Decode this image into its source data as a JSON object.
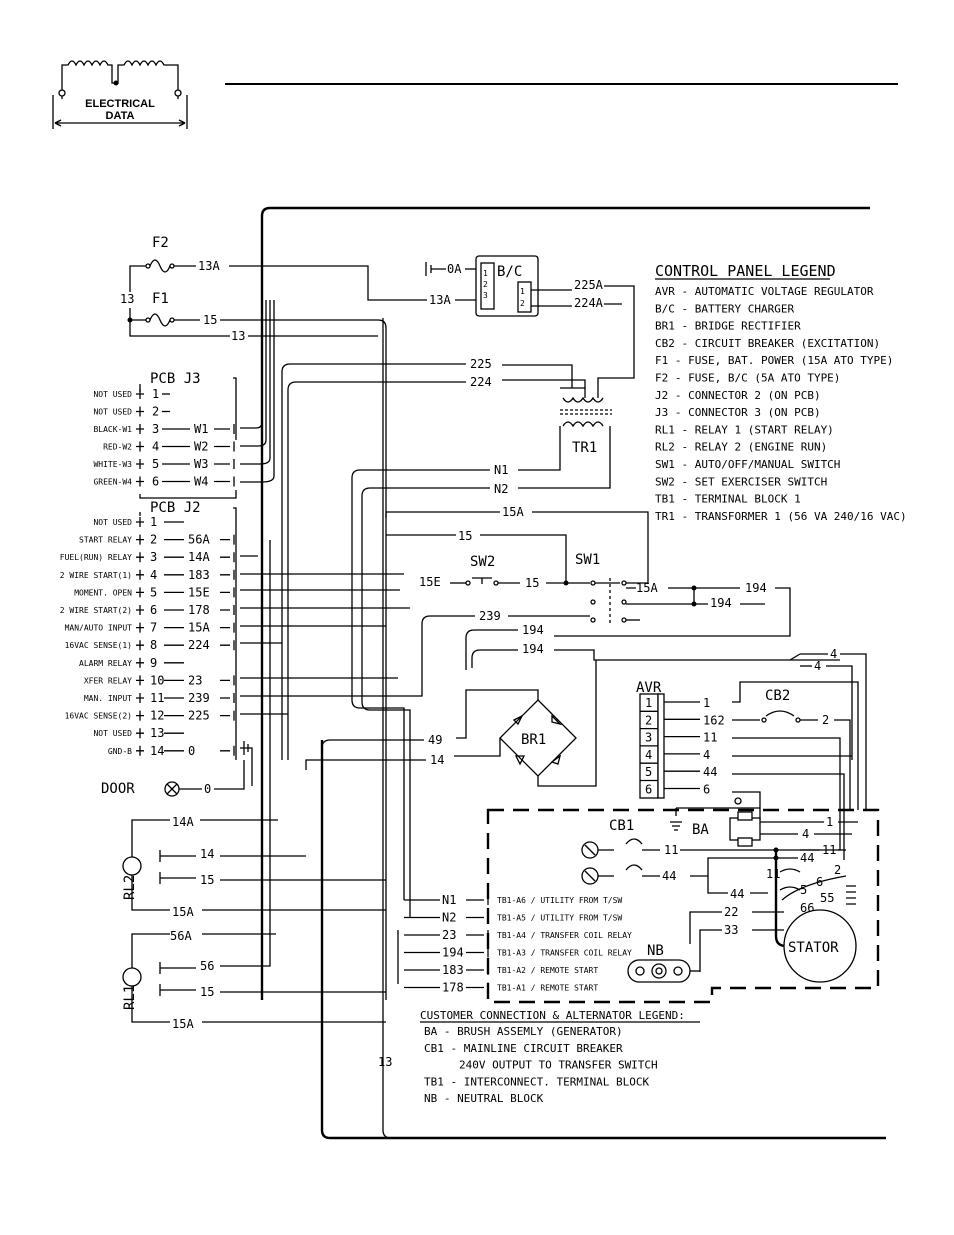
{
  "header": {
    "logo_line1": "ELECTRICAL",
    "logo_line2": "DATA"
  },
  "legend": {
    "title": "CONTROL PANEL LEGEND",
    "items": [
      "AVR - AUTOMATIC VOLTAGE REGULATOR",
      "B/C - BATTERY CHARGER",
      "BR1 - BRIDGE RECTIFIER",
      "CB2 - CIRCUIT BREAKER (EXCITATION)",
      "F1 - FUSE, BAT. POWER (15A ATO TYPE)",
      "F2 - FUSE, B/C (5A ATO TYPE)",
      "J2 - CONNECTOR 2 (ON PCB)",
      "J3 - CONNECTOR 3 (ON PCB)",
      "RL1 - RELAY 1 (START RELAY)",
      "RL2 - RELAY 2 (ENGINE RUN)",
      "SW1 - AUTO/OFF/MANUAL SWITCH",
      "SW2 - SET EXERCISER SWITCH",
      "TB1 - TERMINAL BLOCK 1",
      "TR1 - TRANSFORMER 1 (56 VA 240/16 VAC)"
    ]
  },
  "customer_legend": {
    "title": "CUSTOMER CONNECTION & ALTERNATOR LEGEND:",
    "items": [
      "BA - BRUSH ASSEMLY (GENERATOR)",
      "CB1 - MAINLINE CIRCUIT BREAKER",
      "240V OUTPUT TO TRANSFER SWITCH",
      "TB1 - INTERCONNECT. TERMINAL BLOCK",
      "NB - NEUTRAL BLOCK"
    ]
  },
  "components": {
    "f2": "F2",
    "f1": "F1",
    "bc": "B/C",
    "tr1": "TR1",
    "sw1": "SW1",
    "sw2": "SW2",
    "br1": "BR1",
    "avr": "AVR",
    "cb2": "CB2",
    "cb1": "CB1",
    "ba": "BA",
    "nb": "NB",
    "stator": "STATOR",
    "rl1": "RL1",
    "rl2": "RL2",
    "door": "DOOR",
    "pcb_j3": "PCB J3",
    "pcb_j2": "PCB J2"
  },
  "j3_pins": [
    {
      "label": "NOT USED",
      "pin": "1",
      "wire": ""
    },
    {
      "label": "NOT USED",
      "pin": "2",
      "wire": ""
    },
    {
      "label": "BLACK-W1",
      "pin": "3",
      "wire": "W1"
    },
    {
      "label": "RED-W2",
      "pin": "4",
      "wire": "W2"
    },
    {
      "label": "WHITE-W3",
      "pin": "5",
      "wire": "W3"
    },
    {
      "label": "GREEN-W4",
      "pin": "6",
      "wire": "W4"
    }
  ],
  "j2_pins": [
    {
      "label": "NOT USED",
      "pin": "1",
      "wire": ""
    },
    {
      "label": "START RELAY",
      "pin": "2",
      "wire": "56A"
    },
    {
      "label": "FUEL(RUN) RELAY",
      "pin": "3",
      "wire": "14A"
    },
    {
      "label": "2 WIRE START(1)",
      "pin": "4",
      "wire": "183"
    },
    {
      "label": "MOMENT. OPEN",
      "pin": "5",
      "wire": "15E"
    },
    {
      "label": "2 WIRE START(2)",
      "pin": "6",
      "wire": "178"
    },
    {
      "label": "MAN/AUTO INPUT",
      "pin": "7",
      "wire": "15A"
    },
    {
      "label": "16VAC SENSE(1)",
      "pin": "8",
      "wire": "224"
    },
    {
      "label": "ALARM RELAY",
      "pin": "9",
      "wire": ""
    },
    {
      "label": "XFER RELAY",
      "pin": "10",
      "wire": "23"
    },
    {
      "label": "MAN. INPUT",
      "pin": "11",
      "wire": "239"
    },
    {
      "label": "16VAC SENSE(2)",
      "pin": "12",
      "wire": "225"
    },
    {
      "label": "NOT USED",
      "pin": "13",
      "wire": ""
    },
    {
      "label": "GND-B",
      "pin": "14",
      "wire": "0"
    }
  ],
  "avr_pins": [
    {
      "pin": "1",
      "wire": "1"
    },
    {
      "pin": "2",
      "wire": "162"
    },
    {
      "pin": "3",
      "wire": "11"
    },
    {
      "pin": "4",
      "wire": "4"
    },
    {
      "pin": "5",
      "wire": "44"
    },
    {
      "pin": "6",
      "wire": "6"
    }
  ],
  "tb1": [
    {
      "wire": "N1",
      "label": "TB1-A6 / UTILITY FROM T/SW"
    },
    {
      "wire": "N2",
      "label": "TB1-A5 / UTILITY FROM T/SW"
    },
    {
      "wire": "23",
      "label": "TB1-A4 / TRANSFER COIL RELAY"
    },
    {
      "wire": "194",
      "label": "TB1-A3 / TRANSFER COIL RELAY"
    },
    {
      "wire": "183",
      "label": "TB1-A2 / REMOTE START"
    },
    {
      "wire": "178",
      "label": "TB1-A1 / REMOTE START"
    }
  ],
  "wires": {
    "w13A_f2": "13A",
    "w13": "13",
    "w15_f1": "15",
    "w13_b": "13",
    "w0A": "0A",
    "w13A_bc": "13A",
    "w225A": "225A",
    "w224A": "224A",
    "w225": "225",
    "w224": "224",
    "wN1": "N1",
    "wN2": "N2",
    "w15A_top": "15A",
    "w15_sw": "15",
    "w15E": "15E",
    "w15_sw2": "15",
    "w15A_sw1": "15A",
    "w194_a": "194",
    "w194_b": "194",
    "w239": "239",
    "w194_c": "194",
    "w194_d": "194",
    "w4_a": "4",
    "w4_b": "4",
    "w1_avr": "1",
    "w2_cb2": "2",
    "w11_avr": "11",
    "w4_avr": "4",
    "w49": "49",
    "w14": "14",
    "w0_door": "0",
    "w14A": "14A",
    "w14_rl2": "14",
    "w15_rl2": "15",
    "w15A_rl2": "15A",
    "w56A": "56A",
    "w56": "56",
    "w15_rl1": "15",
    "w15A_rl1": "15A",
    "w1_ba": "1",
    "w4_ba": "4",
    "w11_cb1": "11",
    "w11_r": "11",
    "w44_cb1": "44",
    "w44_r": "44",
    "w44_low": "44",
    "w11_st": "11",
    "w2_st": "2",
    "w6_st": "6",
    "w5_st": "5",
    "w55": "55",
    "w66": "66",
    "w22": "22",
    "w33": "33",
    "w13_bottom": "13"
  }
}
